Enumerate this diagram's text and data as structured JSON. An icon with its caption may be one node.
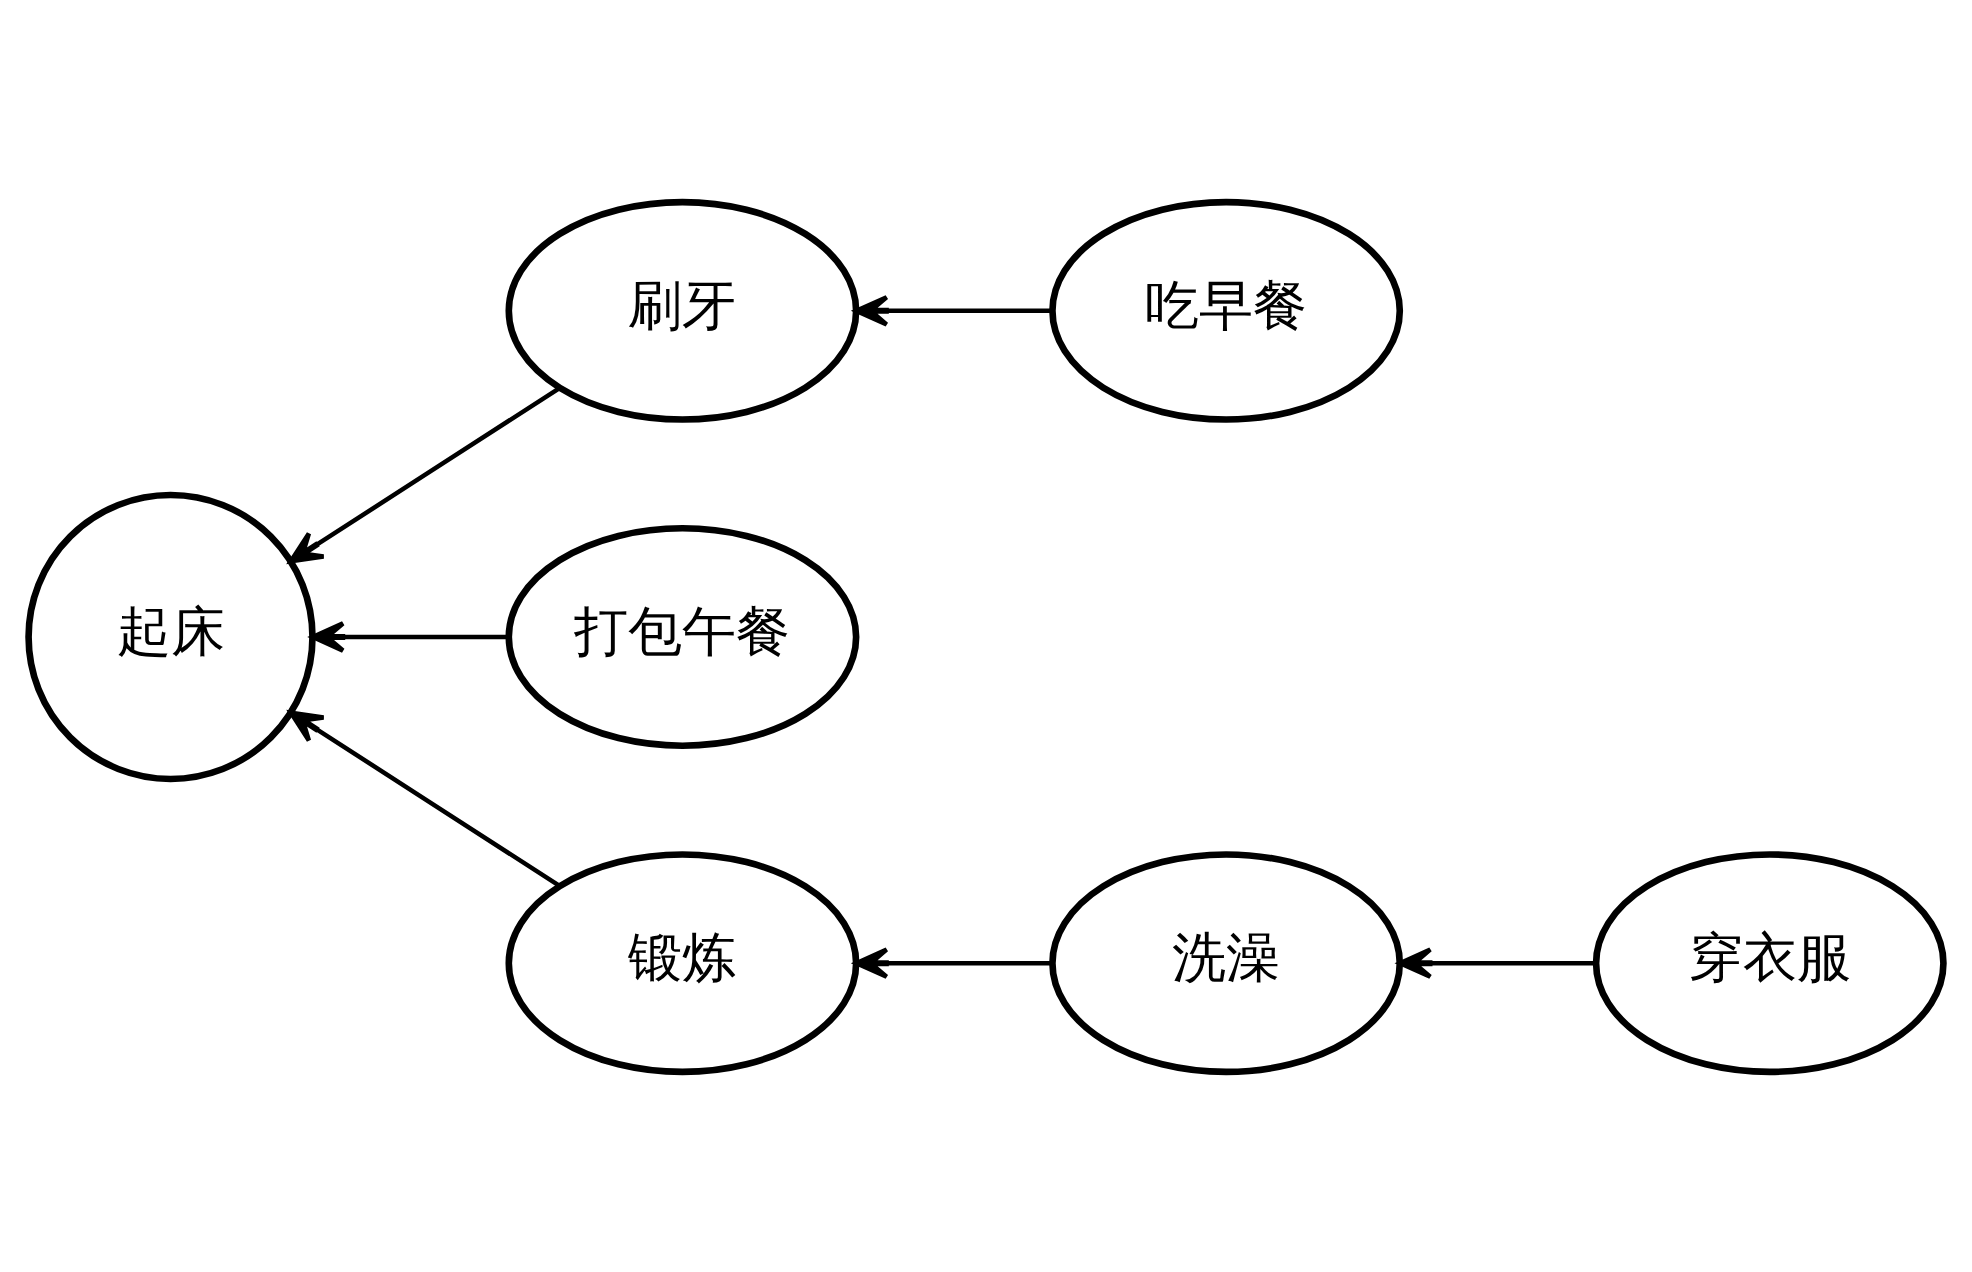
{
  "diagram": {
    "nodes": [
      {
        "text": [
          "锻炼"
        ]
      },
      {
        "text": [
          "洗澡"
        ]
      },
      {
        "text": [
          "穿衣服"
        ]
      },
      {
        "text": [
          "起床"
        ]
      },
      {
        "text": [
          "刷牙"
        ]
      },
      {
        "text": [
          "吃早餐"
        ]
      },
      {
        "text": [
          "打包午餐"
        ]
      }
    ],
    "edges": [
      {
        "from": 0,
        "to": 3,
        "arrow": "to"
      },
      {
        "from": 1,
        "to": 0,
        "arrow": "to"
      },
      {
        "from": 2,
        "to": 1,
        "arrow": "to"
      },
      {
        "from": 4,
        "to": 3,
        "arrow": "to"
      },
      {
        "from": 5,
        "to": 4,
        "arrow": "to"
      },
      {
        "from": 6,
        "to": 3,
        "arrow": "to"
      }
    ]
  }
}
